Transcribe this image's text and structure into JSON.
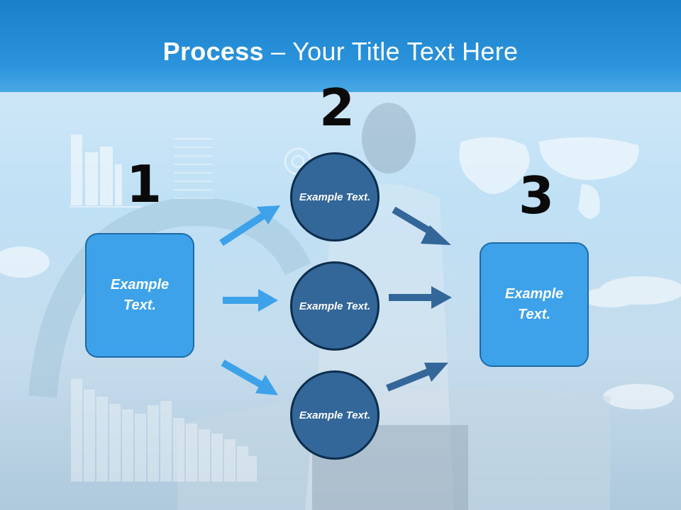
{
  "slide": {
    "title_bold": "Process",
    "title_rest": " – Your Title Text Here"
  },
  "steps": {
    "one": {
      "number": "1",
      "text": "Example Text."
    },
    "two": {
      "number": "2",
      "items": [
        {
          "text": "Example Text."
        },
        {
          "text": "Example Text."
        },
        {
          "text": "Example Text."
        }
      ]
    },
    "three": {
      "number": "3",
      "text": "Example Text."
    }
  },
  "colors": {
    "title_band": "#2a93dc",
    "box_fill": "#3ea2eb",
    "circle_fill": "#336699",
    "arrow_light": "#3ea2eb",
    "arrow_dark": "#336699"
  }
}
